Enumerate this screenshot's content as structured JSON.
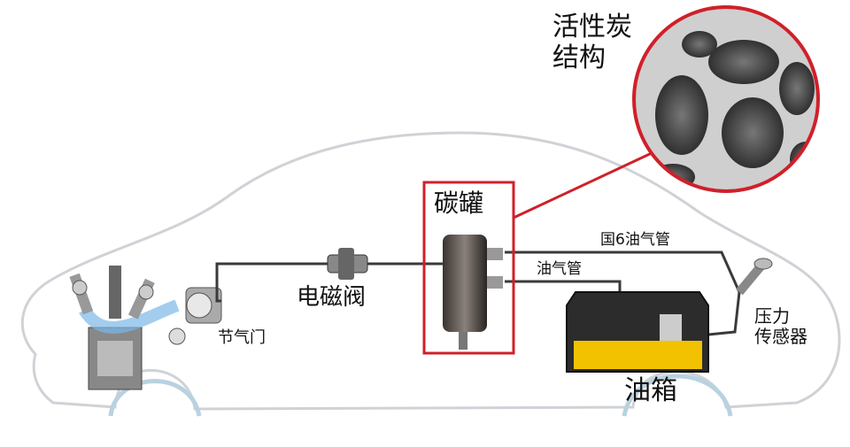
{
  "labels": {
    "activated_carbon_structure": [
      "活性炭",
      "结构"
    ],
    "carbon_canister": "碳罐",
    "national6_vapor_pipe": "国6油气管",
    "vapor_pipe": "油气管",
    "solenoid_valve": "电磁阀",
    "throttle": "节气门",
    "pressure_sensor": [
      "压力",
      "传感器"
    ],
    "fuel_tank": "油箱"
  },
  "colors": {
    "highlight": "#d0202a",
    "car_outline": "#cfd2d6",
    "pipe": "#3a3a3a",
    "fuel": "#f2c200"
  }
}
